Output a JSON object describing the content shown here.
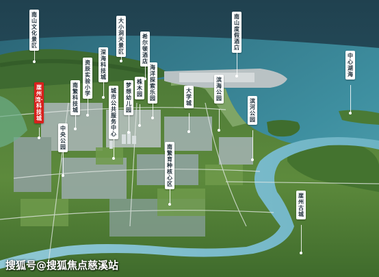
{
  "labels": {
    "nanshan_culture": "南山文化景区",
    "dxdt": "大小洞天景区",
    "nanshan_resort": "南山度假酒店",
    "haitang_hotel": "希尔顿酒店",
    "central_lagoon": "中心湖海",
    "rurun_school": "资辰实验小学",
    "shenhai_city": "深海科技城",
    "haiyang_resort": "海洋探索乐园",
    "zhushu_garden": "株木园",
    "ailan_kindergarten": "梦想幼儿园",
    "current_project": "崖州湾·科技城",
    "nanfan_tech": "南繁科技城",
    "city_service": "城市公共服务中心",
    "university_city": "大学城",
    "binhai_park": "滨海公园",
    "binhe_park": "滨河公园",
    "central_park": "中央公园",
    "nanfan_core": "南繁育种核心区",
    "yazhou_old_town": "崖州古城"
  },
  "watermark": "搜狐号@搜狐焦点慈溪站"
}
